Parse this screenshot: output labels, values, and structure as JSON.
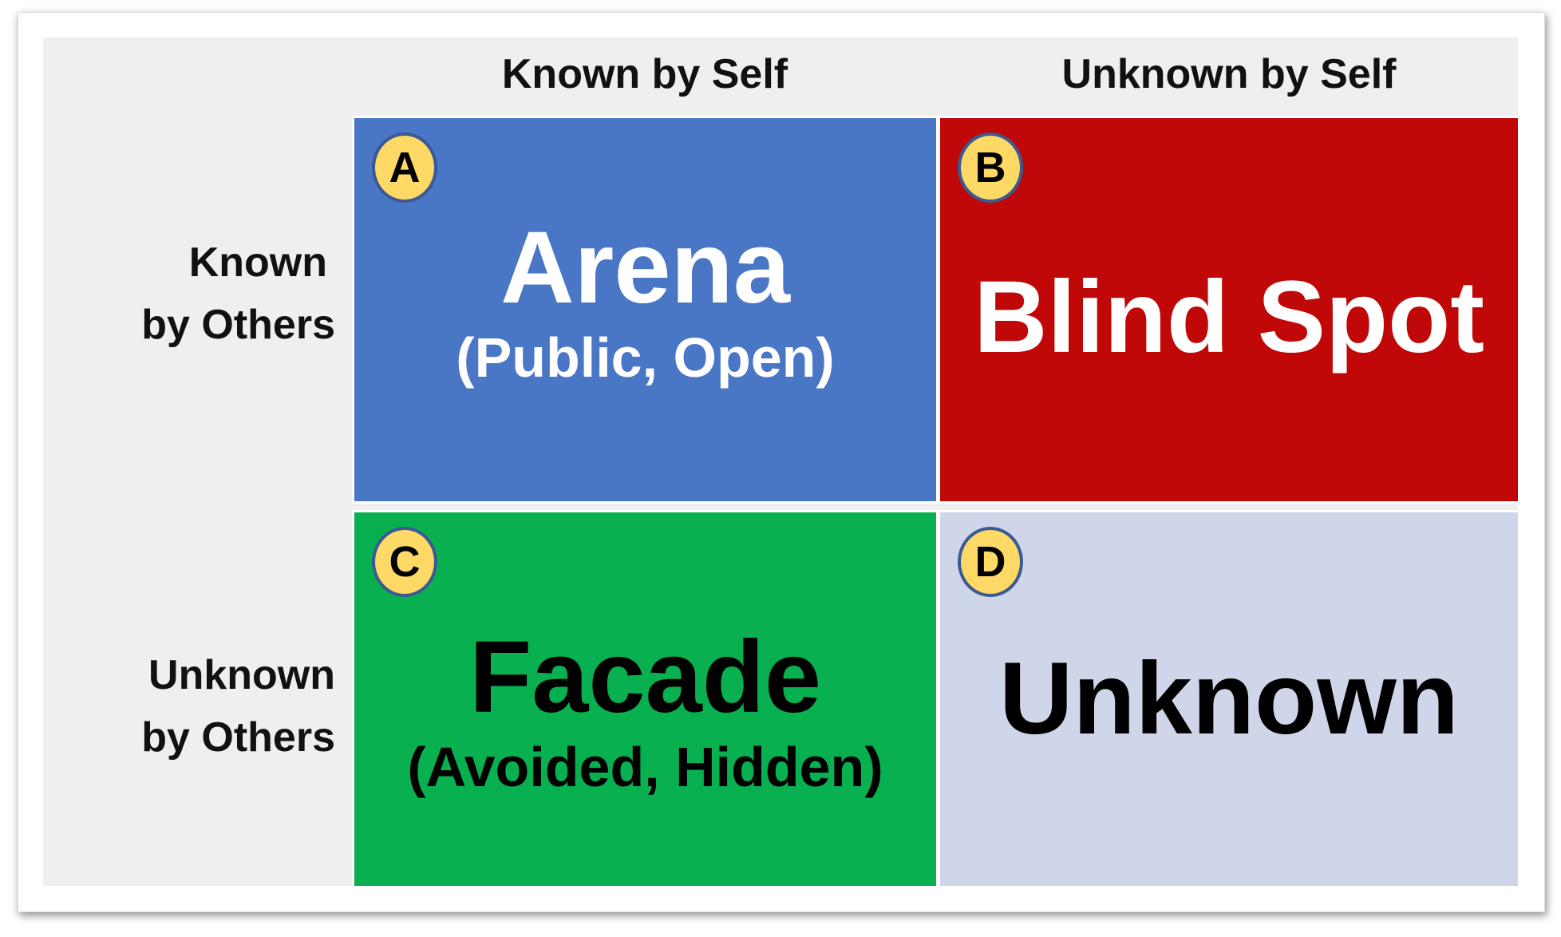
{
  "columns": [
    "Known by Self",
    "Unknown by Self"
  ],
  "rows": [
    "Known\nby Others",
    "Unknown\nby Others"
  ],
  "row_lines": [
    [
      "Known",
      "by Others"
    ],
    [
      "Unknown",
      "by Others"
    ]
  ],
  "quadrants": [
    {
      "letter": "A",
      "title": "Arena",
      "subtitle": "(Public, Open)",
      "color": "#4a76c6"
    },
    {
      "letter": "B",
      "title": "Blind Spot",
      "subtitle": null,
      "color": "#c00808"
    },
    {
      "letter": "C",
      "title": "Facade",
      "subtitle": "(Avoided, Hidden)",
      "color": "#08b050"
    },
    {
      "letter": "D",
      "title": "Unknown",
      "subtitle": null,
      "color": "#d0d6ea"
    }
  ]
}
